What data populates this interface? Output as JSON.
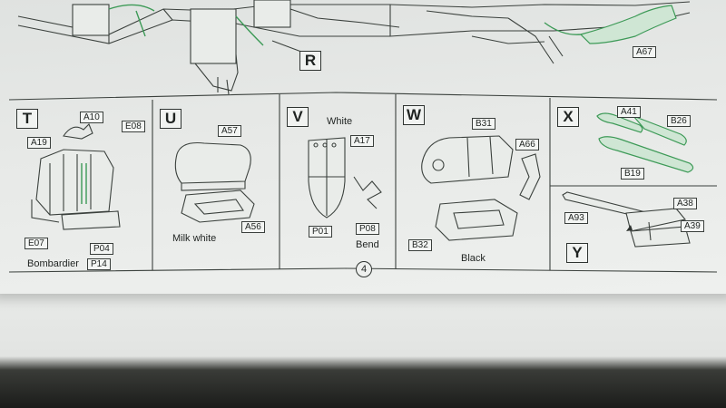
{
  "top": {
    "step_letter": "R",
    "labels": [
      "A67"
    ]
  },
  "panels": [
    {
      "letter": "T",
      "labels": [
        "A10",
        "E08",
        "A19",
        "E07",
        "P04",
        "P14"
      ],
      "note": "Bombardier"
    },
    {
      "letter": "U",
      "labels": [
        "A57",
        "A56"
      ],
      "note": "Milk white"
    },
    {
      "letter": "V",
      "labels": [
        "A17",
        "P01",
        "P08"
      ],
      "note_top": "White",
      "note": "Bend"
    },
    {
      "letter": "W",
      "labels": [
        "B31",
        "A66",
        "B32"
      ],
      "note": "Black"
    },
    {
      "letter": "X",
      "labels": [
        "A41",
        "B26",
        "B19"
      ]
    },
    {
      "letter": "Y",
      "labels": [
        "A38",
        "A93",
        "A39"
      ]
    }
  ],
  "page_number": "4",
  "colors": {
    "ink": "#3b413d",
    "highlight": "#3d9a57",
    "paper": "#e7e9e7"
  }
}
